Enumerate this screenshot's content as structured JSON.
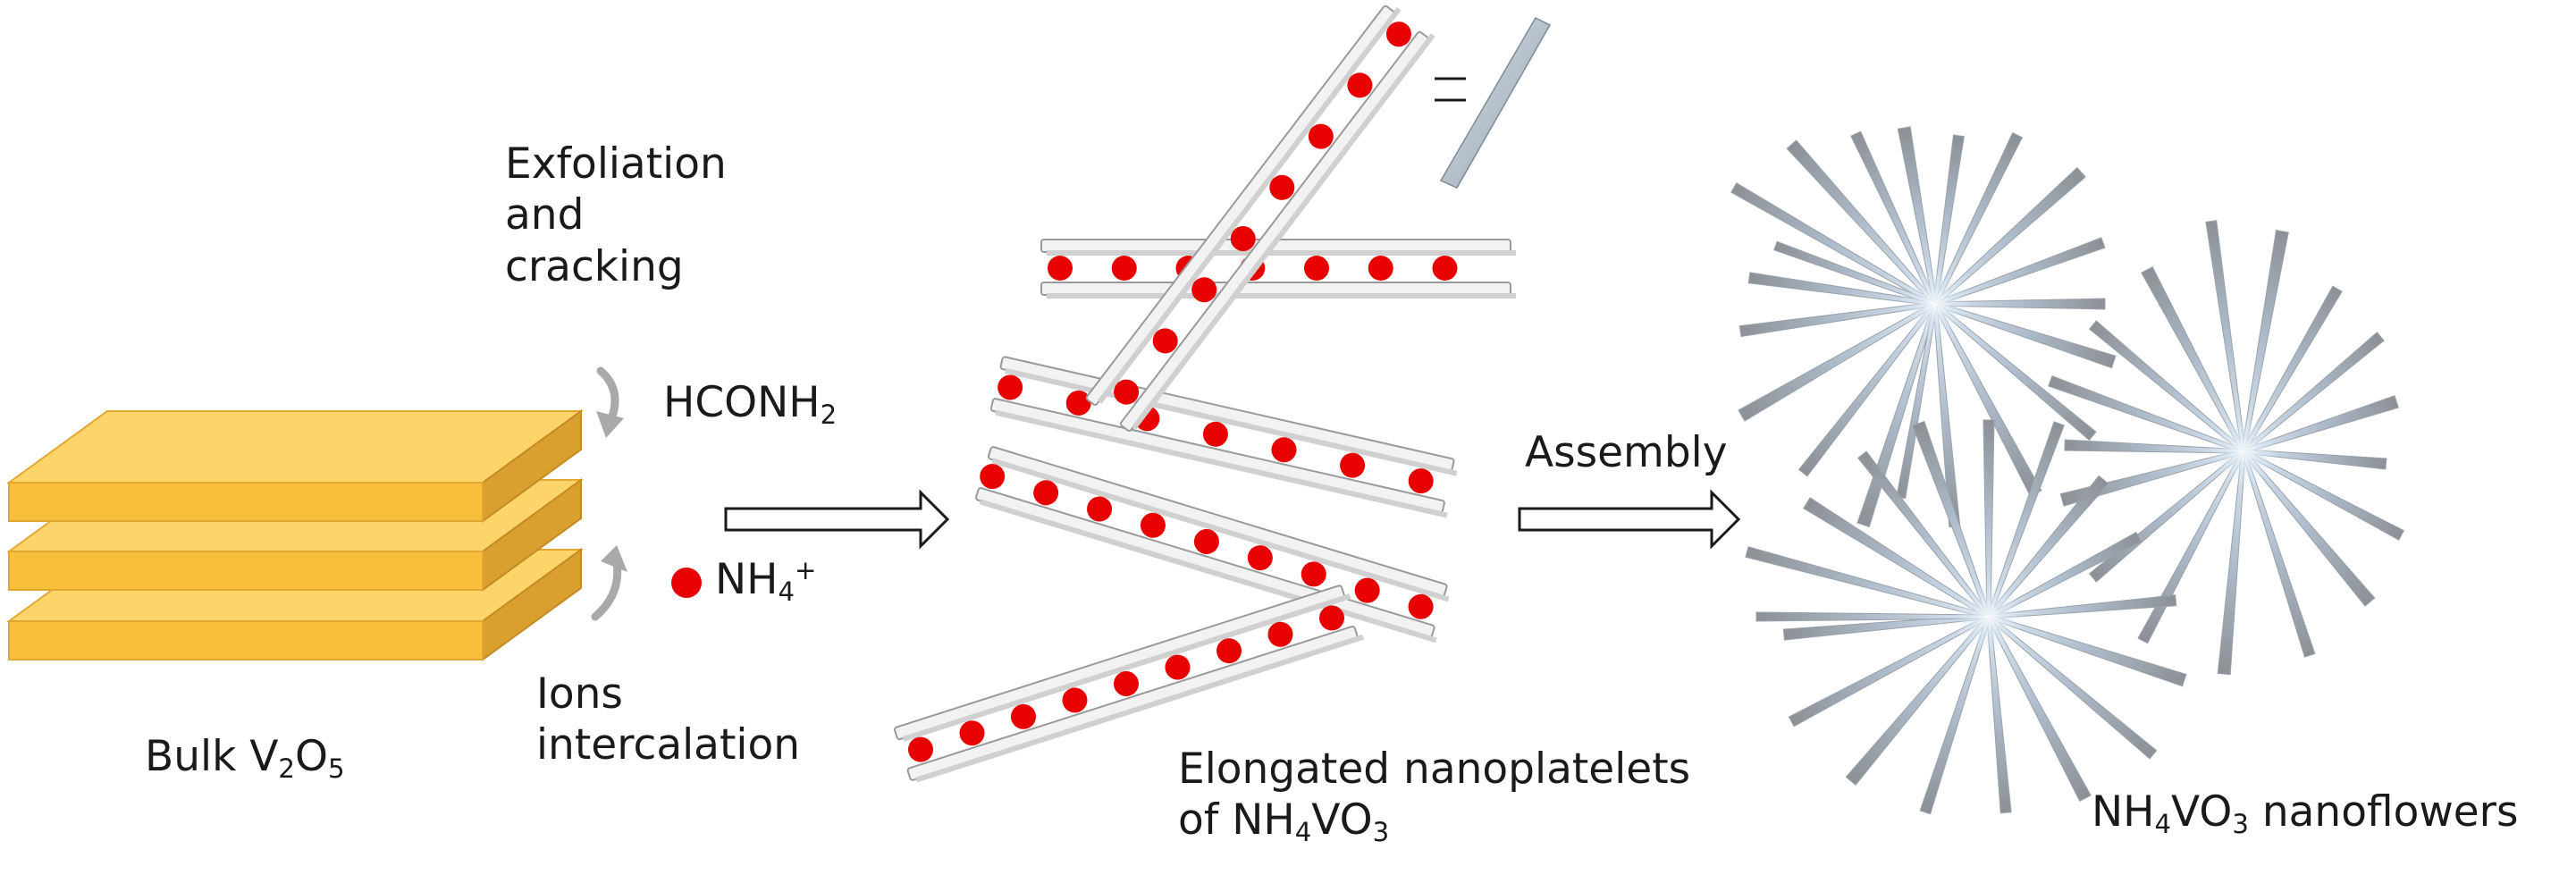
{
  "labels": {
    "exfoliation_line1": "Exfoliation",
    "exfoliation_line2": "and",
    "exfoliation_line3": "cracking",
    "hconh_base": "HCONH",
    "hconh_sub": "2",
    "nh_base": "NH",
    "nh_sub": "4",
    "nh_sup": "+",
    "ions_line1": "Ions",
    "ions_line2": "intercalation",
    "bulk_prefix": "Bulk V",
    "bulk_sub1": "2",
    "bulk_mid": "O",
    "bulk_sub2": "5",
    "assembly": "Assembly",
    "elongated_line1": "Elongated nanoplatelets",
    "elongated_prefix": "of NH",
    "elongated_sub1": "4",
    "elongated_mid": "VO",
    "elongated_sub2": "3",
    "flowers_prefix": "NH",
    "flowers_sub1": "4",
    "flowers_mid": "VO",
    "flowers_sub2": "3",
    "flowers_suffix": " nanoflowers",
    "equals": "="
  },
  "colors": {
    "slab_top": "#FCD46A",
    "slab_front": "#F8BE3C",
    "slab_side": "#D9A030",
    "ion": "#E80000",
    "rod_light": "#F2F2F2",
    "rod_mid": "#D0D0D0",
    "rod_dark": "#9A9A9A",
    "petal_core": "#DDEAF6",
    "petal_tip": "#8C9096"
  }
}
